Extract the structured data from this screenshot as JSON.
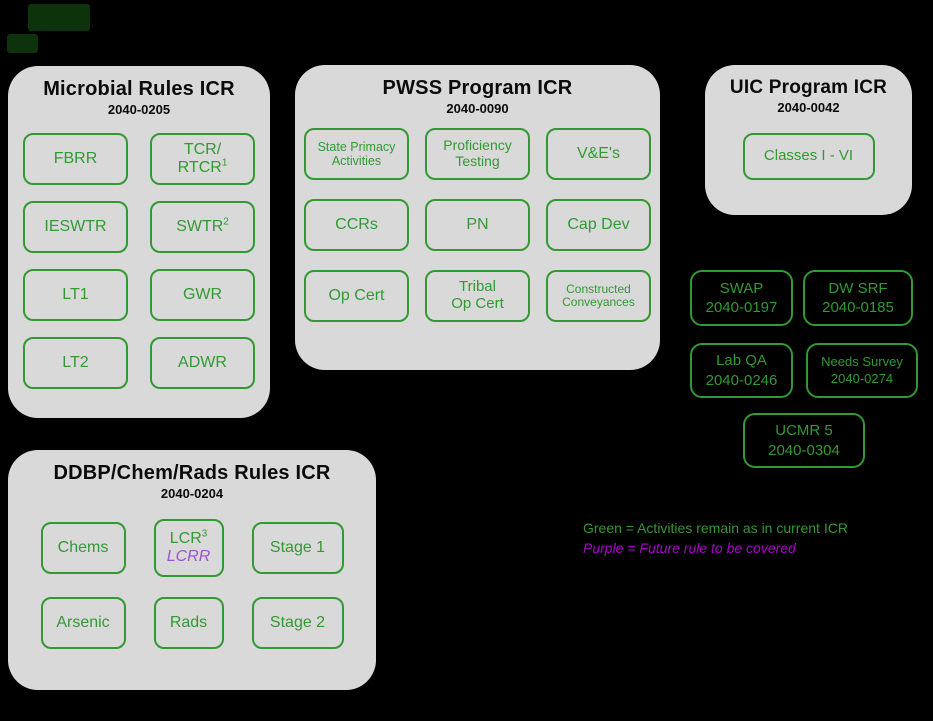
{
  "colors": {
    "bg": "#000000",
    "panel": "#d9d9d9",
    "green": "#339933",
    "purple": "#9955cc",
    "magenta": "#aa00cc",
    "dark": "#0c330c"
  },
  "panels": {
    "microbial": {
      "title": "Microbial Rules ICR",
      "code": "2040-0205",
      "boxes": {
        "fbrr": {
          "label": "FBRR"
        },
        "tcr": {
          "line1": "TCR/",
          "line2": "RTCR",
          "sup": "1"
        },
        "ieswtr": {
          "label": "IESWTR"
        },
        "swtr": {
          "label": "SWTR",
          "sup": "2"
        },
        "lt1": {
          "label": "LT1"
        },
        "gwr": {
          "label": "GWR"
        },
        "lt2": {
          "label": "LT2"
        },
        "adwr": {
          "label": "ADWR"
        }
      }
    },
    "pwss": {
      "title": "PWSS Program ICR",
      "code": "2040-0090",
      "boxes": {
        "state_primacy": {
          "line1": "State Primacy",
          "line2": "Activities"
        },
        "proficiency": {
          "line1": "Proficiency",
          "line2": "Testing"
        },
        "ves": {
          "label": "V&E's"
        },
        "ccrs": {
          "label": "CCRs"
        },
        "pn": {
          "label": "PN"
        },
        "capdev": {
          "label": "Cap Dev"
        },
        "opcert": {
          "label": "Op Cert"
        },
        "tribal": {
          "line1": "Tribal",
          "line2": "Op Cert"
        },
        "constructed": {
          "line1": "Constructed",
          "line2": "Conveyances"
        }
      }
    },
    "uic": {
      "title": "UIC Program ICR",
      "code": "2040-0042",
      "boxes": {
        "classes": {
          "label": "Classes I - VI"
        }
      }
    },
    "ddbp": {
      "title": "DDBP/Chem/Rads Rules ICR",
      "code": "2040-0204",
      "boxes": {
        "chems": {
          "label": "Chems"
        },
        "lcr": {
          "line1": "LCR",
          "sup": "3",
          "line2": "LCRR"
        },
        "stage1": {
          "label": "Stage 1"
        },
        "arsenic": {
          "label": "Arsenic"
        },
        "rads": {
          "label": "Rads"
        },
        "stage2": {
          "label": "Stage 2"
        }
      }
    }
  },
  "standalone": {
    "swap": {
      "line1": "SWAP",
      "line2": "2040-0197"
    },
    "dwsrf": {
      "line1": "DW SRF",
      "line2": "2040-0185"
    },
    "labqa": {
      "line1": "Lab QA",
      "line2": "2040-0246"
    },
    "needs": {
      "line1": "Needs Survey",
      "line2": "2040-0274"
    },
    "ucmr5": {
      "line1": "UCMR 5",
      "line2": "2040-0304"
    }
  },
  "legend": {
    "green": "Green = Activities remain as in current ICR",
    "purple": "Purple = Future rule to be covered"
  }
}
